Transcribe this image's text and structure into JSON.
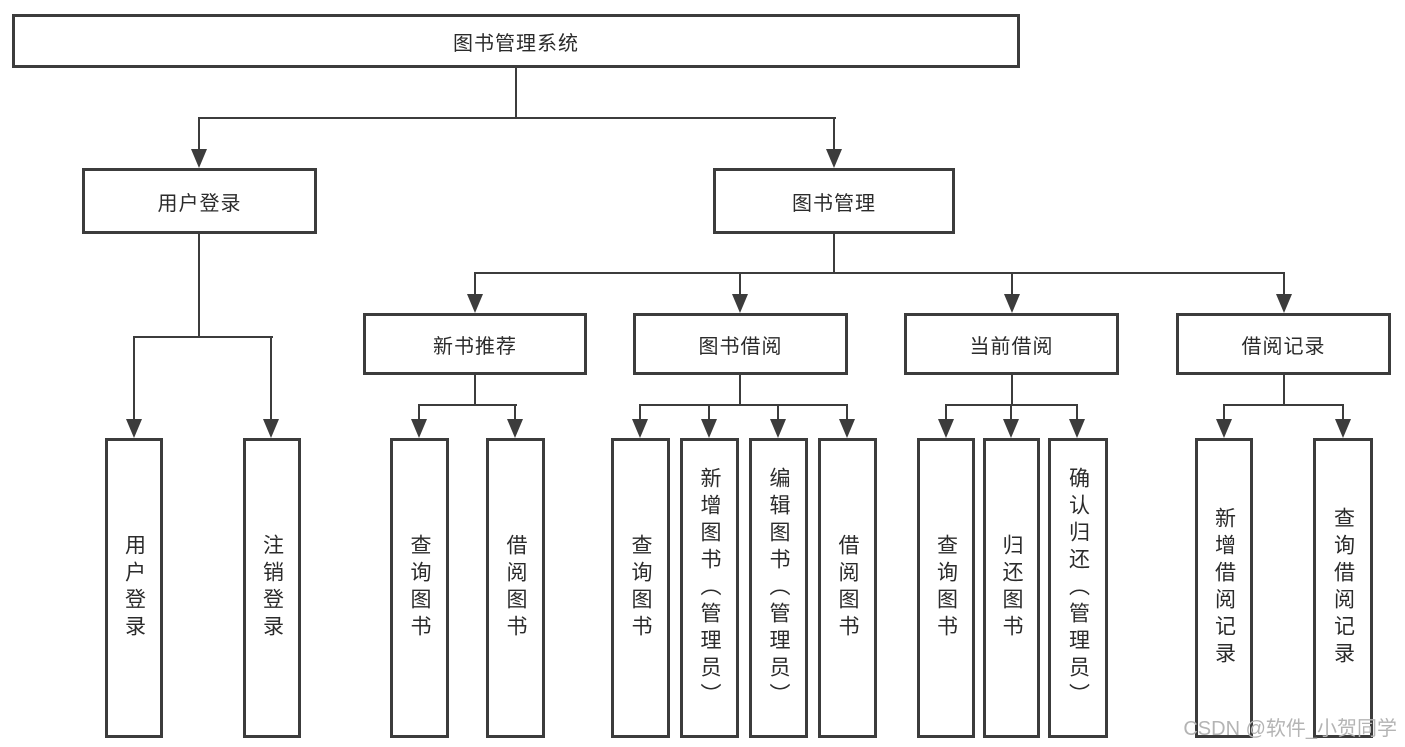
{
  "colors": {
    "line": "#3c3c3c",
    "box_border": "#3c3c3c",
    "text": "#2b2b2b",
    "watermark": "#b4b4b4",
    "background": "#ffffff"
  },
  "diagram": {
    "root": {
      "label": "图书管理系统"
    },
    "level2": {
      "user_login": {
        "label": "用户登录"
      },
      "book_management": {
        "label": "图书管理"
      }
    },
    "level3": {
      "new_book_recommend": {
        "label": "新书推荐"
      },
      "book_borrow": {
        "label": "图书借阅"
      },
      "current_borrow": {
        "label": "当前借阅"
      },
      "borrow_records": {
        "label": "借阅记录"
      }
    },
    "leaves": {
      "user_login": [
        "用户登录",
        "注销登录"
      ],
      "new_book_recommend": [
        "查询图书",
        "借阅图书"
      ],
      "book_borrow": [
        "查询图书",
        "新增图书（管理员）",
        "编辑图书（管理员）",
        "借阅图书"
      ],
      "current_borrow": [
        "查询图书",
        "归还图书",
        "确认归还（管理员）"
      ],
      "borrow_records": [
        "新增借阅记录",
        "查询借阅记录"
      ]
    }
  },
  "watermark": {
    "text": "CSDN @软件_小贺同学"
  }
}
